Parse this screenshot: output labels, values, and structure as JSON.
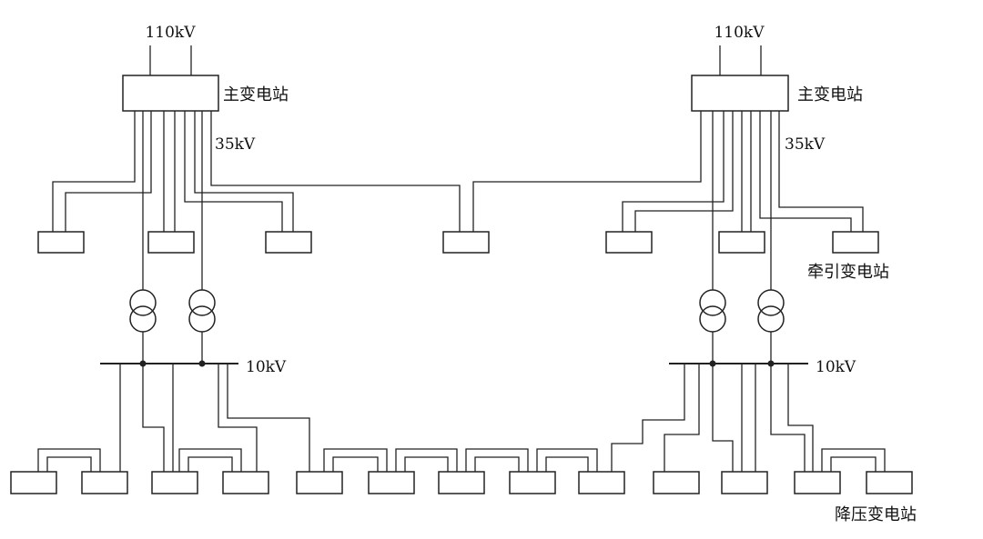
{
  "diagram": {
    "left_main_substation": {
      "input_voltage": "110kV",
      "label": "主变电站",
      "feeder_voltage": "35kV",
      "bus_voltage": "10kV"
    },
    "right_main_substation": {
      "input_voltage": "110kV",
      "label": "主变电站",
      "feeder_voltage": "35kV",
      "bus_voltage": "10kV"
    },
    "traction_substation_label": "牵引变电站",
    "stepdown_substation_label": "降压变电站"
  },
  "colors": {
    "line": "#222222",
    "background": "#ffffff"
  }
}
